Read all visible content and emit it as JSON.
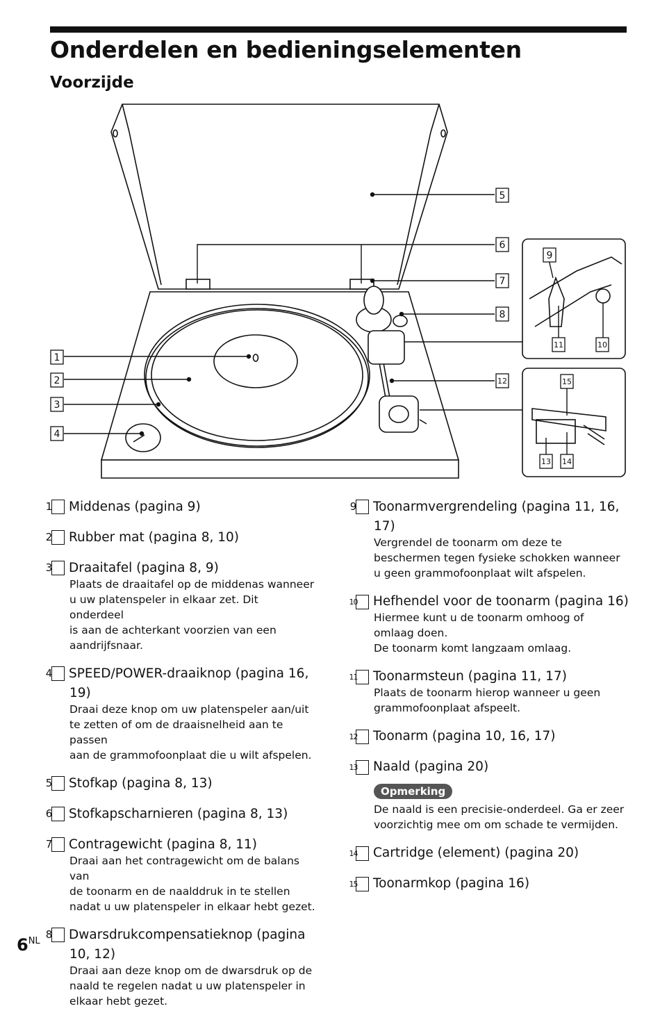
{
  "header": {
    "title": "Onderdelen en bedieningselementen",
    "subtitle": "Voorzijde"
  },
  "diagram_labels": [
    "1",
    "2",
    "3",
    "4",
    "5",
    "6",
    "7",
    "8",
    "9",
    "10",
    "11",
    "12",
    "13",
    "14",
    "15"
  ],
  "items_left": [
    {
      "num": "1",
      "head": "Middenas (pagina 9)",
      "desc": []
    },
    {
      "num": "2",
      "head": "Rubber mat (pagina 8, 10)",
      "desc": []
    },
    {
      "num": "3",
      "head": "Draaitafel (pagina 8, 9)",
      "desc": [
        "Plaats de draaitafel op de middenas wanneer",
        "u uw platenspeler in elkaar zet. Dit onderdeel",
        "is aan de achterkant voorzien van een",
        "aandrijfsnaar."
      ]
    },
    {
      "num": "4",
      "head": "SPEED/POWER-draaiknop (pagina 16, 19)",
      "desc": [
        "Draai deze knop om uw platenspeler aan/uit",
        "te zetten of om de draaisnelheid aan te passen",
        "aan de grammofoonplaat die u wilt afspelen."
      ]
    },
    {
      "num": "5",
      "head": "Stofkap (pagina 8, 13)",
      "desc": []
    },
    {
      "num": "6",
      "head": "Stofkapscharnieren (pagina 8, 13)",
      "desc": []
    },
    {
      "num": "7",
      "head": "Contragewicht (pagina 8, 11)",
      "desc": [
        "Draai aan het contragewicht om de balans van",
        "de toonarm en de naalddruk in te stellen",
        "nadat u uw platenspeler in elkaar hebt gezet."
      ]
    },
    {
      "num": "8",
      "head": "Dwarsdrukcompensatieknop (pagina 10, 12)",
      "desc": [
        "Draai aan deze knop om de dwarsdruk op de",
        "naald te regelen nadat u uw platenspeler in",
        "elkaar hebt gezet."
      ]
    }
  ],
  "items_right": [
    {
      "num": "9",
      "head": "Toonarmvergrendeling (pagina 11, 16, 17)",
      "desc": [
        "Vergrendel de toonarm om deze te",
        "beschermen tegen fysieke schokken wanneer",
        "u geen grammofoonplaat wilt afspelen."
      ]
    },
    {
      "num": "10",
      "head": "Hefhendel voor de toonarm (pagina 16)",
      "desc": [
        "Hiermee kunt u de toonarm omhoog of",
        "omlaag doen.",
        "De toonarm komt langzaam omlaag."
      ]
    },
    {
      "num": "11",
      "head": "Toonarmsteun (pagina 11, 17)",
      "desc": [
        "Plaats de toonarm hierop wanneer u geen",
        "grammofoonplaat afspeelt."
      ]
    },
    {
      "num": "12",
      "head": "Toonarm (pagina 10, 16, 17)",
      "desc": []
    },
    {
      "num": "13",
      "head": "Naald (pagina 20)",
      "desc": []
    }
  ],
  "note": {
    "label": "Opmerking",
    "text": [
      "De naald is een precisie-onderdeel. Ga er zeer",
      "voorzichtig mee om om schade te vermijden."
    ]
  },
  "items_right_after": [
    {
      "num": "14",
      "head": "Cartridge (element) (pagina 20)",
      "desc": []
    },
    {
      "num": "15",
      "head": "Toonarmkop (pagina 16)",
      "desc": []
    }
  ],
  "footer": {
    "page": "6",
    "lang": "NL"
  }
}
